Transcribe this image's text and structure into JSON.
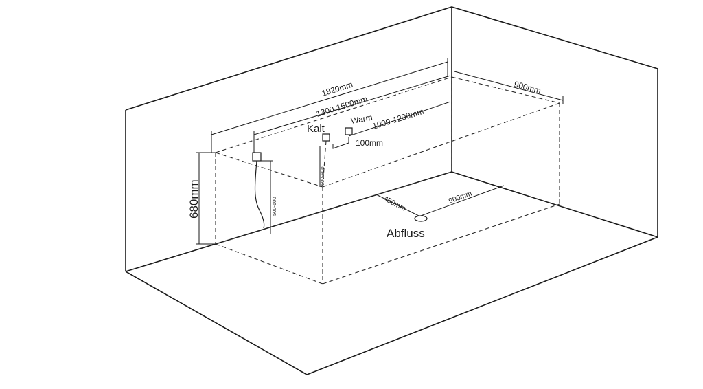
{
  "diagram": {
    "labels": {
      "overall_length": "1820mm",
      "warm_range": "1300-1500mm",
      "warm_label": "Warm",
      "cold_range": "1000-1200mm",
      "cold_label": "Kalt",
      "spacing": "100mm",
      "width": "900mm",
      "height": "680mm",
      "drain_label": "Abfluss",
      "drain_offset_side": "450mm",
      "drain_offset_long": "900mm",
      "pipe_height_left": "500-600",
      "pipe_height_right": "600-800"
    },
    "colors": {
      "line": "#1a1a1a",
      "background": "#ffffff"
    }
  }
}
